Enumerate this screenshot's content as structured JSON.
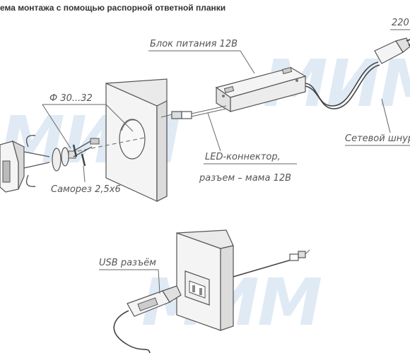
{
  "title": "ема монтажа с помощью распорной ответной планки",
  "watermark_text": "МИМ",
  "labels": {
    "diameter": "Ф 30...32",
    "power_unit": "Блок питания 12В",
    "voltage": "220",
    "power_cord": "Сетевой шнур",
    "led_connector": "LED-коннектор,",
    "led_connector_line2": "разъем – мама 12В",
    "screw": "Саморез 2,5х6",
    "usb": "USB разъём"
  }
}
